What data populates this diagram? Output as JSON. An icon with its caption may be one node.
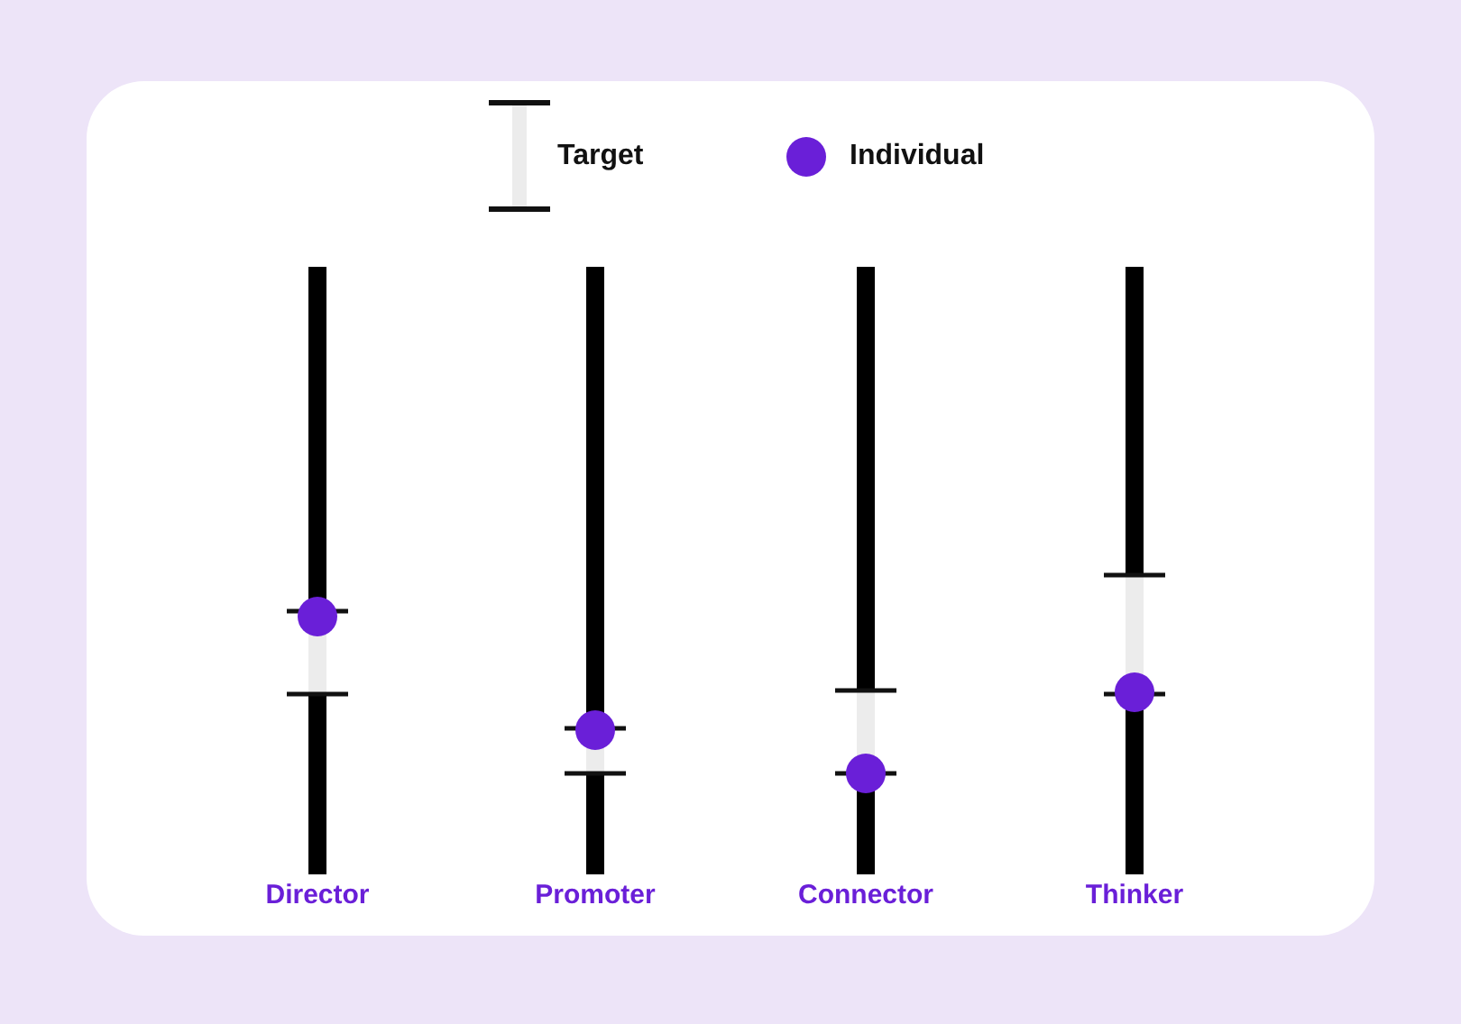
{
  "diagram": {
    "labels": [
      "Director",
      "Promoter",
      "Connector",
      "Thinker"
    ],
    "legend": [
      {
        "text": "Target"
      },
      {
        "text": "Individual",
        "color": "#6a1fd8"
      }
    ]
  }
}
